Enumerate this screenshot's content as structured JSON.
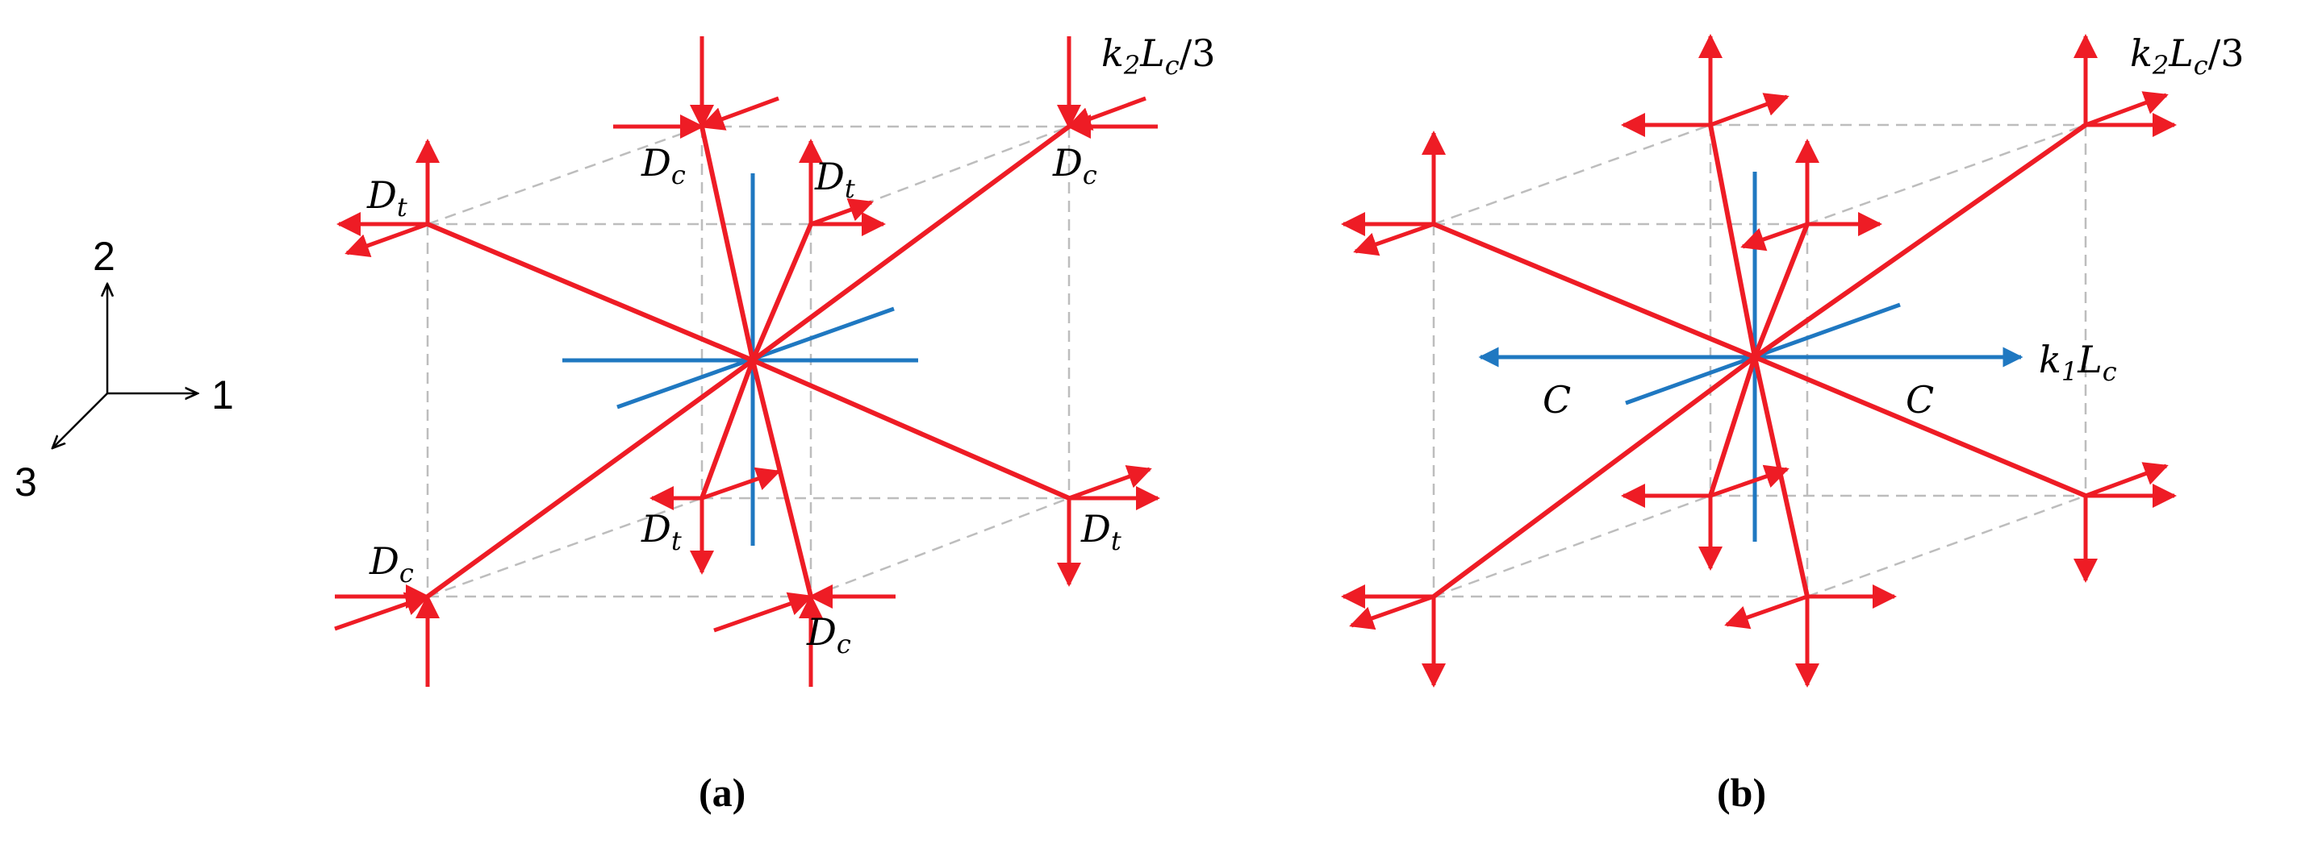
{
  "axes": {
    "labels": [
      "1",
      "2",
      "3"
    ]
  },
  "panels": [
    {
      "id": "a",
      "caption": "(a)",
      "top_label": {
        "base": "k",
        "sub": "2",
        "mid": "L",
        "sub2": "c",
        "tail": "/3"
      },
      "corner_labels": [
        {
          "symbol": "D",
          "sub": "t"
        },
        {
          "symbol": "D",
          "sub": "c"
        },
        {
          "symbol": "D",
          "sub": "t"
        },
        {
          "symbol": "D",
          "sub": "c"
        },
        {
          "symbol": "D",
          "sub": "t"
        },
        {
          "symbol": "D",
          "sub": "t"
        },
        {
          "symbol": "D",
          "sub": "c"
        },
        {
          "symbol": "D",
          "sub": "c"
        }
      ]
    },
    {
      "id": "b",
      "caption": "(b)",
      "top_label": {
        "base": "k",
        "sub": "2",
        "mid": "L",
        "sub2": "c",
        "tail": "/3"
      },
      "side_label": {
        "base": "k",
        "sub": "1",
        "mid": "L",
        "sub2": "c"
      },
      "axis_labels": [
        "C",
        "C"
      ]
    }
  ],
  "colors": {
    "members": "#ee1c25",
    "axes": "#1f78c1",
    "box": "#bdbdbd",
    "text": "#000000"
  },
  "icons": [
    "arrow-up",
    "arrow-down",
    "arrow-left",
    "arrow-right"
  ]
}
